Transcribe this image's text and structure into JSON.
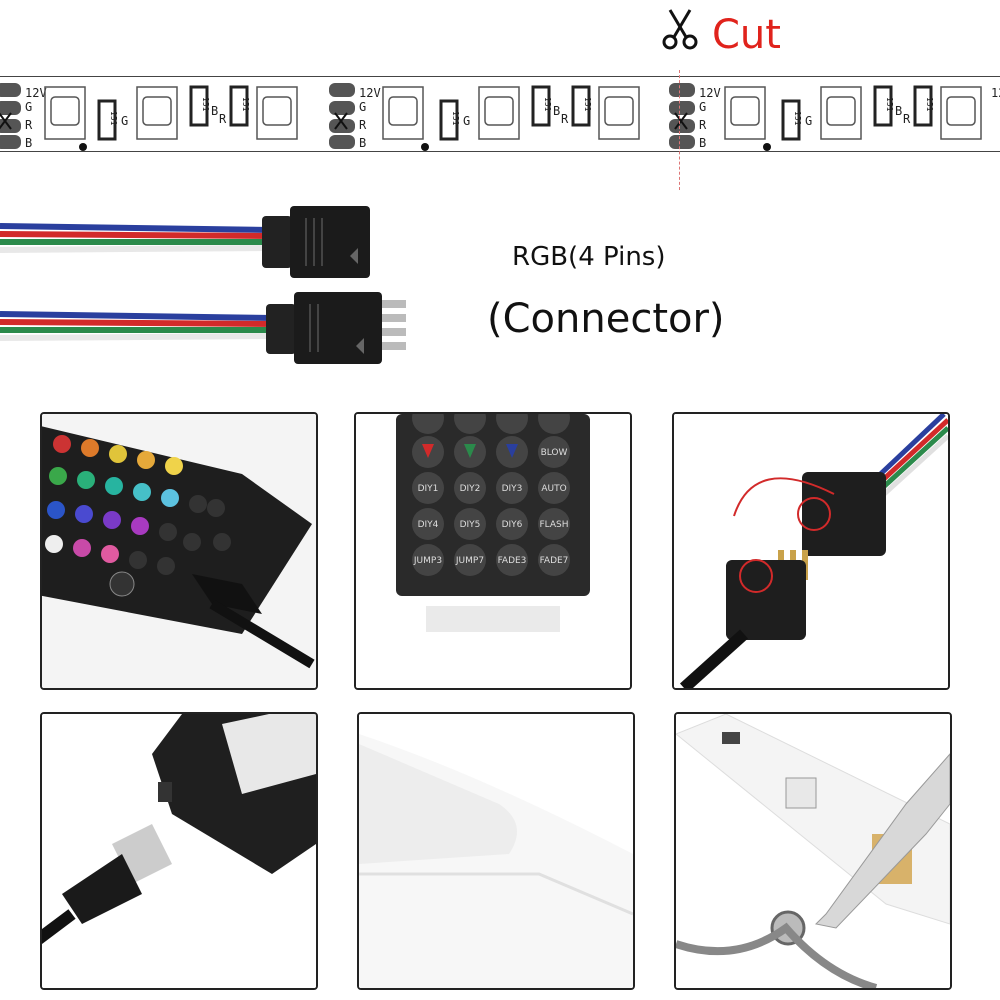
{
  "header": {
    "cut_label": "Cut",
    "rgb_pins_label": "RGB(4 Pins)",
    "connector_label": "(Connector)"
  },
  "strip": {
    "pad_labels": [
      "12V",
      "G",
      "R",
      "B"
    ],
    "resistor_label": "151",
    "side_labels": [
      "G",
      "B",
      "R"
    ]
  },
  "remote_keys": [
    "BLOW",
    "DIY1",
    "DIY2",
    "DIY3",
    "AUTO",
    "DIY4",
    "DIY5",
    "DIY6",
    "FLASH",
    "JUMP3",
    "JUMP7",
    "FADE3",
    "FADE7"
  ],
  "colors": {
    "accent_red": "#e0231c",
    "cable_red": "#d22a2a",
    "cable_green": "#2b8a4b",
    "cable_blue": "#2a3f9e",
    "cable_black": "#1b1b1b"
  },
  "icons": {
    "scissors": "scissors-icon"
  }
}
